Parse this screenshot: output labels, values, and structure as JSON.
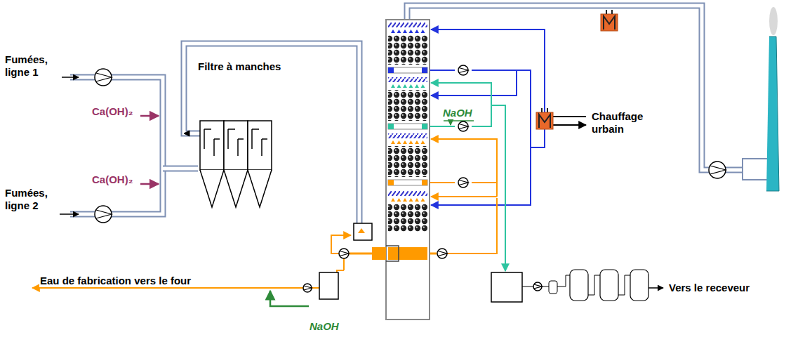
{
  "diagram": {
    "nodes": [
      {
        "text": [
          "Filtre à manches"
        ]
      }
    ],
    "labels": [
      "Fumées, ligne 1",
      "Ca(OH)₂",
      "Ca(OH)₂",
      "Fumées, ligne 2",
      "NaOH",
      "Chauffage urbain",
      "Eau de fabrication vers le four",
      "NaOH",
      "Vers le receveur"
    ]
  }
}
